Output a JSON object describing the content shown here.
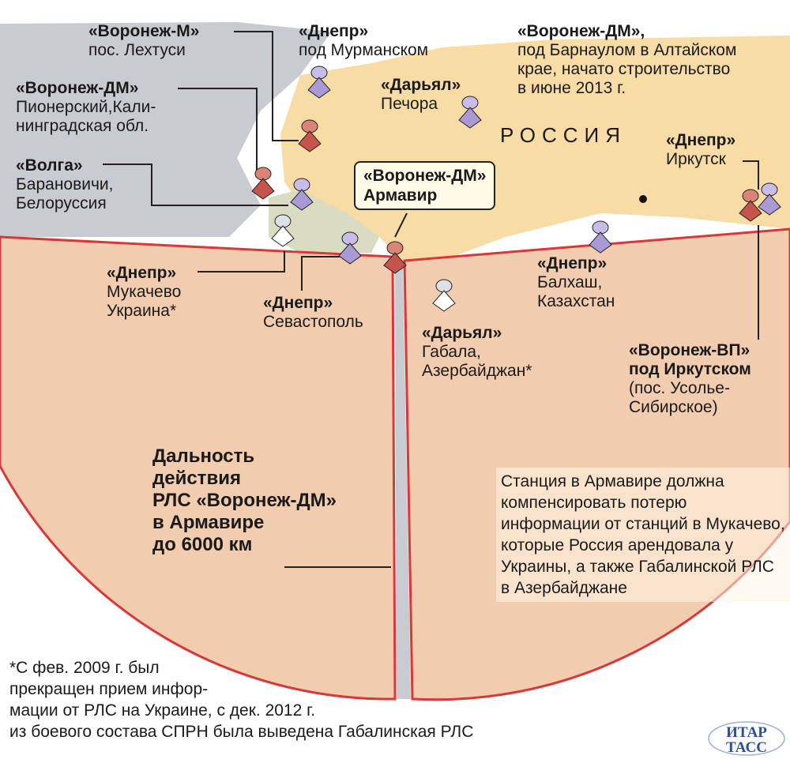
{
  "map": {
    "country_label": "РОССИЯ",
    "colors": {
      "land": "#c8ccd1",
      "russia": "#f8dca6",
      "range": "#f0c7a5",
      "border": "#d8383a",
      "pin_red": "#c5544a",
      "pin_purple": "#a99ad6",
      "pin_white": "#ffffff"
    }
  },
  "stations": [
    {
      "name": "«Воронеж-М»",
      "place": "пос. Лехтуси"
    },
    {
      "name": "«Днепр»",
      "place": "под Мурманском"
    },
    {
      "name": "«Воронеж-ДМ»",
      "place": "Пионерский,Кали-",
      "place2": "нинградская обл."
    },
    {
      "name": "«Волга»",
      "place": "Барановичи,",
      "place2": "Белоруссия"
    },
    {
      "name": "«Дарьял»",
      "place": "Печора"
    },
    {
      "name": "«Воронеж-ДМ»,",
      "place": "под Барнаулом в Алтайском",
      "place2": "крае, начато строительство",
      "place3": "в июне 2013 г."
    },
    {
      "name": "«Днепр»",
      "place": "Иркутск"
    },
    {
      "name": "«Воронеж-ДМ»",
      "place": "Армавир"
    },
    {
      "name": "«Днепр»",
      "place": "Мукачево",
      "place2": "Украина*"
    },
    {
      "name": "«Днепр»",
      "place": "Севастополь"
    },
    {
      "name": "«Днепр»",
      "place": "Балхаш,",
      "place2": "Казахстан"
    },
    {
      "name": "«Дарьял»",
      "place": "Габала,",
      "place2": "Азербайджан*"
    },
    {
      "name": "«Воронеж-ВП»",
      "place": "под Иркутском",
      "place2": "(пос. Усолье-",
      "place3": "Сибирское)"
    }
  ],
  "range": {
    "lines": [
      "Дальность",
      "действия",
      "РЛС «Воронеж-ДМ»",
      "в Армавире",
      "до 6000 км"
    ]
  },
  "note": "Станция в Армавире должна компенсировать потерю информации от станций в Мукачево, которые Россия арендовала у Украины, а также Габалинской РЛС в Азербайджане",
  "footnote": [
    "*С фев. 2009 г. был",
    "прекращен прием инфор-",
    "мации от РЛС на Украине, с дек. 2012 г.",
    "из боевого состава СПРН была выведена Габалинская РЛС"
  ],
  "logo": [
    "ИТАР",
    "ТАСС"
  ]
}
